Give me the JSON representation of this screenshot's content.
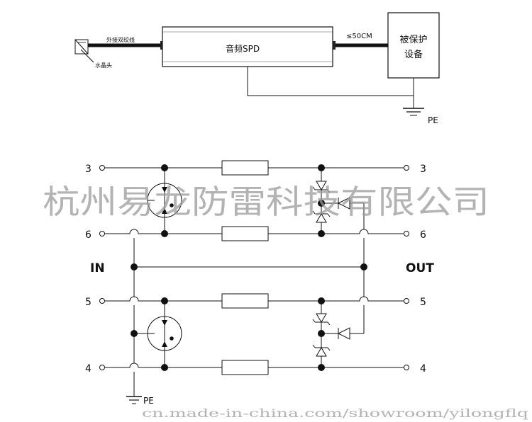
{
  "top_diagram": {
    "cable_label": "外接双绞线",
    "connector_label": "水晶头",
    "spd_label": "音频SPD",
    "distance_label": "≤50CM",
    "device_label_line1": "被保护",
    "device_label_line2": "设备",
    "ground_label": "PE"
  },
  "schematic": {
    "in_label": "IN",
    "out_label": "OUT",
    "ground_label": "PE",
    "left_pins": [
      "3",
      "6",
      "5",
      "4"
    ],
    "right_pins": [
      "3",
      "6",
      "5",
      "4"
    ]
  },
  "watermark": {
    "company": "杭州易龙防雷科技有限公司",
    "url": "cn.made-in-china.com/showroom/yilongflq"
  }
}
